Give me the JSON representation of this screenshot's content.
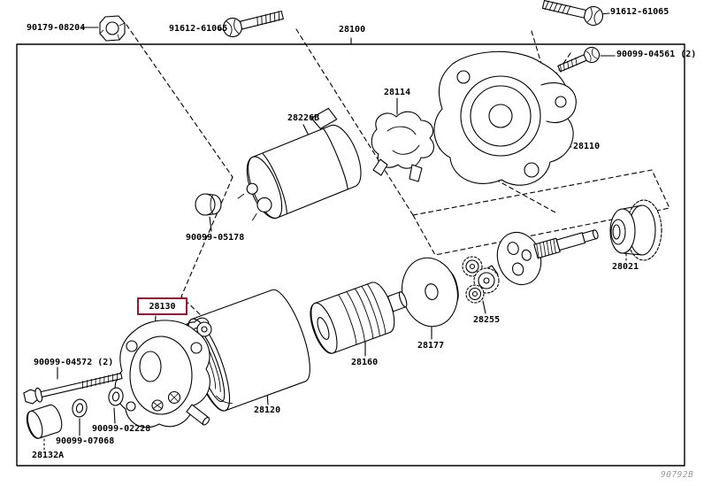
{
  "diagram": {
    "assembly_label": "28100",
    "watermark": "90792B",
    "highlight_color": "#9e1533",
    "line_color": "#000000",
    "parts": [
      {
        "label": "90179-08204",
        "icon": "nut"
      },
      {
        "label": "91612-61065",
        "icon": "bolt"
      },
      {
        "label": "28100",
        "icon": "assembly-frame"
      },
      {
        "label": "91612-61065",
        "icon": "bolt"
      },
      {
        "label": "90099-04561 (2)",
        "icon": "bolt"
      },
      {
        "label": "28226B",
        "icon": "solenoid-cylinder"
      },
      {
        "label": "28114",
        "icon": "drive-lever"
      },
      {
        "label": "28110",
        "icon": "drive-housing"
      },
      {
        "label": "90099-05178",
        "icon": "nut"
      },
      {
        "label": "28021",
        "icon": "clutch-pinion-gear"
      },
      {
        "label": "28255",
        "icon": "gear-cluster"
      },
      {
        "label": "28177",
        "icon": "thin-disc"
      },
      {
        "label": "28160",
        "icon": "armature-coil"
      },
      {
        "label": "28120",
        "icon": "motor-yoke-cylinder"
      },
      {
        "label": "28130",
        "icon": "end-frame",
        "highlighted": true
      },
      {
        "label": "90099-04572 (2)",
        "icon": "through-bolt"
      },
      {
        "label": "90099-02228",
        "icon": "washer"
      },
      {
        "label": "90099-07068",
        "icon": "snap-ring"
      },
      {
        "label": "28132A",
        "icon": "bearing-cap"
      }
    ]
  }
}
